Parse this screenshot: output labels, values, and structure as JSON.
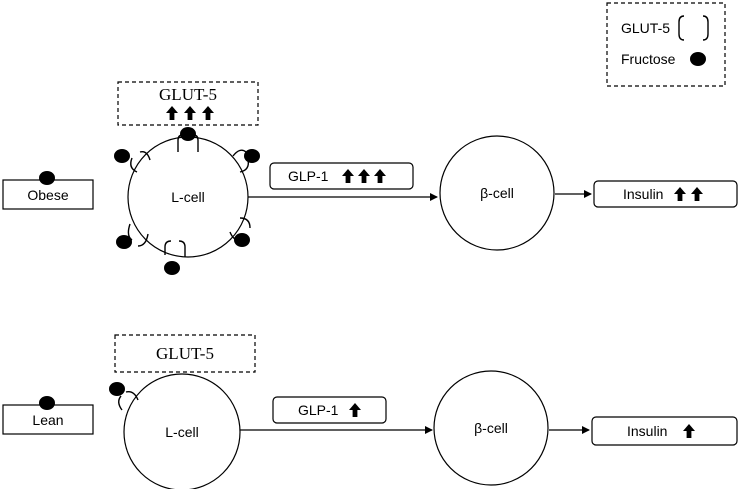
{
  "legend": {
    "glut5_label": "GLUT-5",
    "fructose_label": "Fructose"
  },
  "obese": {
    "label": "Obese",
    "glut5_box_label": "GLUT-5",
    "glut5_arrows": 3,
    "cell_label": "L-cell",
    "glp1_label": "GLP-1",
    "glp1_arrows": 3,
    "beta_label": "β-cell",
    "insulin_label": "Insulin",
    "insulin_arrows": 2
  },
  "lean": {
    "label": "Lean",
    "glut5_box_label": "GLUT-5",
    "cell_label": "L-cell",
    "glp1_label": "GLP-1",
    "glp1_arrows": 1,
    "beta_label": "β-cell",
    "insulin_label": "Insulin",
    "insulin_arrows": 1
  }
}
